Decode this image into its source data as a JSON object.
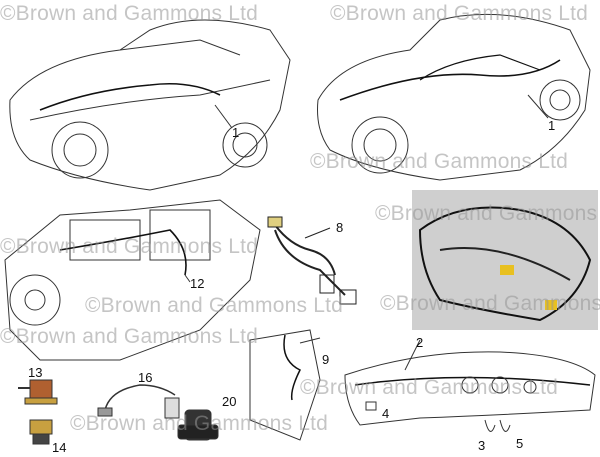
{
  "watermark": "©Brown and Gammons Ltd",
  "callouts": {
    "car_left": "1",
    "car_right": "1",
    "engine_harness": "12",
    "link_harness": "8",
    "bracket": "9",
    "dash_harness": "2",
    "switch_13": "13",
    "switch_14": "14",
    "sensor_16": "16",
    "sensor_20": "20",
    "lead_4": "4",
    "lead_3": "3",
    "lead_5": "5"
  },
  "colors": {
    "line": "#333333",
    "photo_bg": "#c9c9c9",
    "brass": "#c8a040",
    "watermark": "#969696"
  }
}
